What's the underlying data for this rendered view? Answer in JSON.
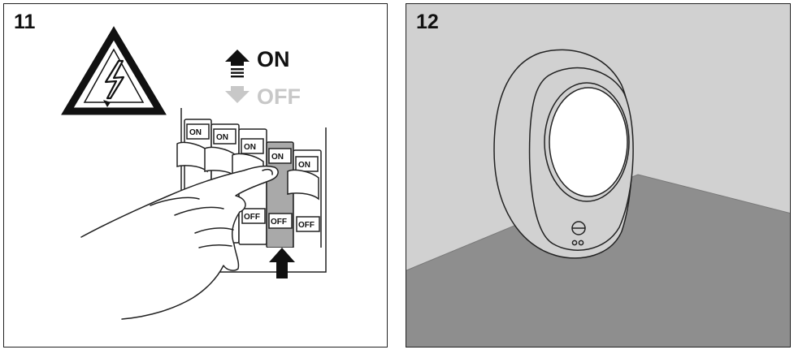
{
  "panels": [
    {
      "step": "11",
      "legend": {
        "on": "ON",
        "off": "OFF"
      },
      "breaker_label_on": "ON",
      "breaker_label_off": "OFF"
    },
    {
      "step": "12"
    }
  ],
  "colors": {
    "wall": "#d1d1d1",
    "floor": "#8e8e8e",
    "breaker_highlight": "#a9a9a9",
    "off_legend": "#c8c8c8",
    "line": "#222222"
  },
  "icons": [
    "electric-hazard-icon",
    "arrow-up-icon",
    "arrow-down-icon",
    "hand-illustration",
    "sensor-light-illustration"
  ]
}
